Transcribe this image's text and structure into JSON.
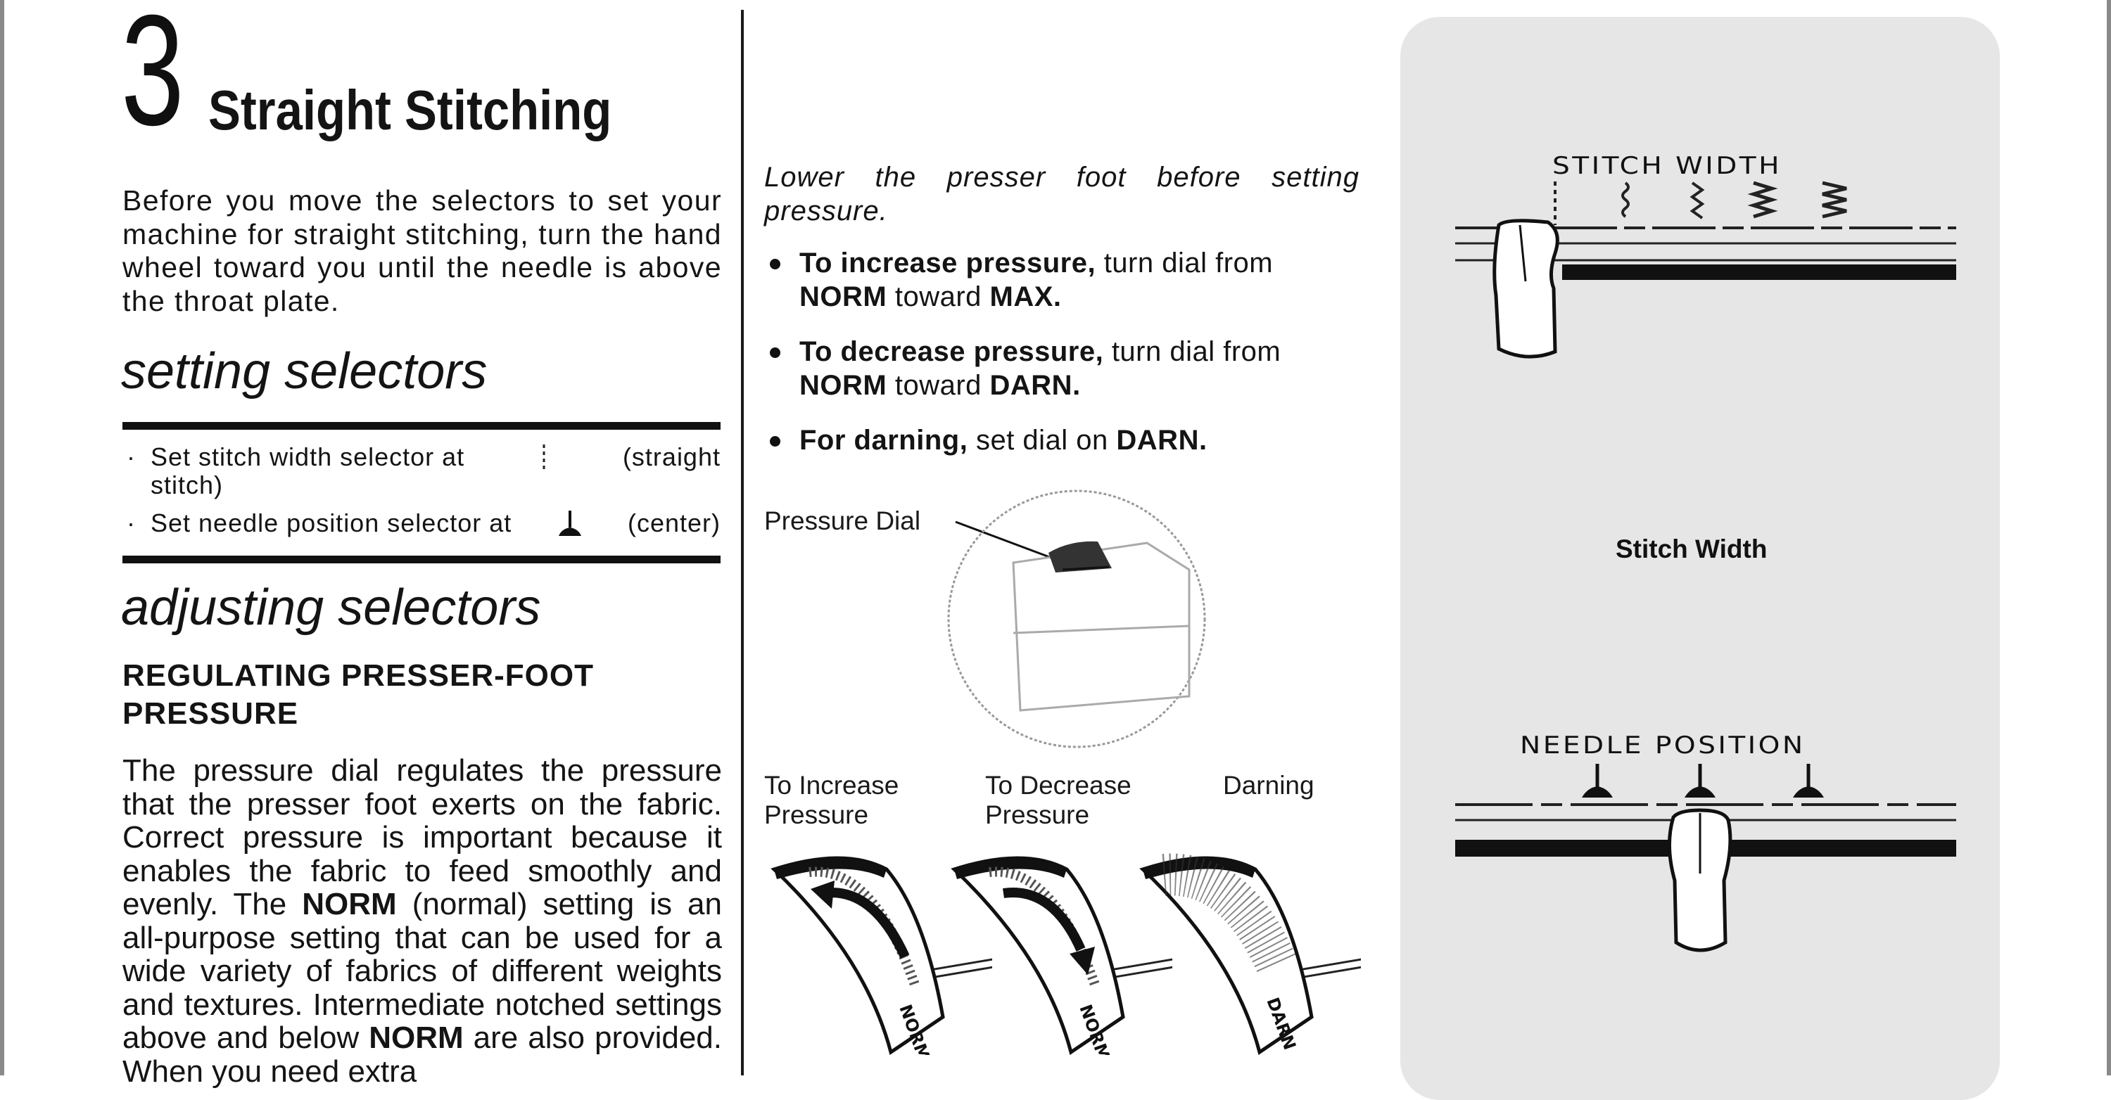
{
  "chapter": {
    "number": "3",
    "title": "Straight Stitching"
  },
  "intro": "Before you move the selectors to set your machine for straight stitching, turn the hand wheel toward you until the needle is above the throat plate.",
  "setting_selectors": {
    "heading": "setting selectors",
    "items": [
      {
        "prefix": "Set stitch width selector at",
        "suffix": "(straight",
        "continuation": "stitch)"
      },
      {
        "prefix": "Set needle position selector at",
        "suffix": "(center)"
      }
    ]
  },
  "adjusting_selectors": {
    "heading": "adjusting selectors",
    "subheading": "REGULATING PRESSER-FOOT PRESSURE",
    "paragraph": {
      "p1": "The pressure dial regulates the pressure that the presser foot exerts on the fabric. Correct pressure is important because it enables the fabric to feed smoothly and evenly. The ",
      "b1": "NORM",
      "p2": " (normal) setting is an all-purpose setting that can be used for a wide variety of fabrics of different weights and textures. Intermediate notched settings above and below ",
      "b2": "NORM",
      "p3": " are also provided. When you need extra"
    }
  },
  "pressure_instructions": {
    "note": "Lower the presser foot before setting pressure.",
    "bullets": [
      {
        "b1": "To increase pressure,",
        "t1": " turn dial from ",
        "b2": "NORM",
        "t2": " toward ",
        "b3": "MAX."
      },
      {
        "b1": "To decrease pressure,",
        "t1": " turn dial from ",
        "b2": "NORM",
        "t2": " toward ",
        "b3": "DARN."
      },
      {
        "b1": "For darning,",
        "t1": " set dial on ",
        "b2": "DARN.",
        "t2": "",
        "b3": ""
      }
    ]
  },
  "figures": {
    "pressure_dial_label": "Pressure Dial",
    "increase_label": {
      "line1": "To Increase",
      "line2": "Pressure"
    },
    "decrease_label": {
      "line1": "To Decrease",
      "line2": "Pressure"
    },
    "darning_label": "Darning",
    "dial_marks": {
      "norm": "NORM",
      "darn": "DARN"
    },
    "stitch_width": {
      "diagram_title": "STITCH  WIDTH",
      "caption": "Stitch Width"
    },
    "needle_position": {
      "diagram_title": "NEEDLE POSITION"
    }
  }
}
